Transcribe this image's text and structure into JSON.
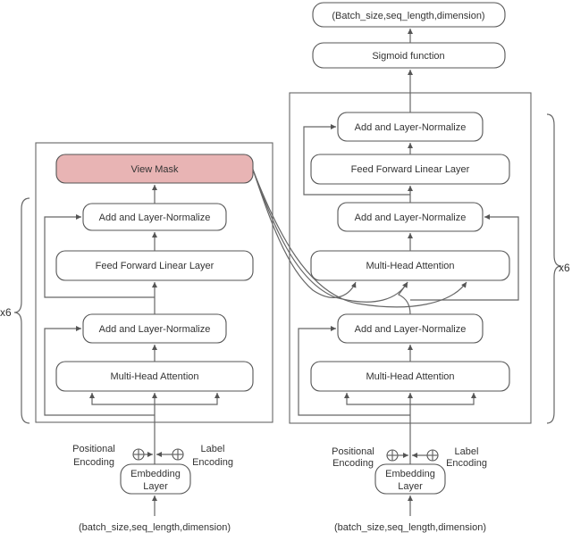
{
  "encoder": {
    "view_mask": "View Mask",
    "add_norm_top": "Add and Layer-Normalize",
    "feed_forward": "Feed Forward Linear Layer",
    "add_norm_bottom": "Add and Layer-Normalize",
    "mha": "Multi-Head Attention",
    "repeat": "x6",
    "positional": [
      "Positional",
      "Encoding"
    ],
    "label": [
      "Label",
      "Encoding"
    ],
    "embedding": [
      "Embedding",
      "Layer"
    ],
    "input": "(batch_size,seq_length,dimension)"
  },
  "decoder": {
    "output": "(Batch_size,seq_length,dimension)",
    "sigmoid": "Sigmoid function",
    "add_norm_top": "Add and Layer-Normalize",
    "feed_forward": "Feed Forward Linear Layer",
    "add_norm_mid": "Add and Layer-Normalize",
    "mha_cross": "Multi-Head Attention",
    "add_norm_bottom": "Add and Layer-Normalize",
    "mha": "Multi-Head Attention",
    "repeat": "x6",
    "positional": [
      "Positional",
      "Encoding"
    ],
    "label": [
      "Label",
      "Encoding"
    ],
    "embedding": [
      "Embedding",
      "Layer"
    ],
    "input": "(batch_size,seq_length,dimension)"
  },
  "colors": {
    "view_mask_fill": "#e8b4b4",
    "stroke": "#555555"
  }
}
